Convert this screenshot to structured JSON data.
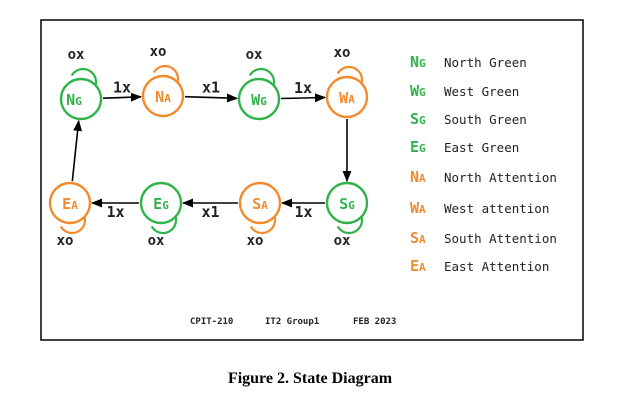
{
  "colors": {
    "green": "#2fb34a",
    "orange": "#f28a2e",
    "line": "#000000",
    "label": "#222222"
  },
  "states": [
    {
      "id": "NG",
      "main": "N",
      "sub": "G",
      "color": "green",
      "loop_label": "ox"
    },
    {
      "id": "NA",
      "main": "N",
      "sub": "A",
      "color": "orange",
      "loop_label": "xo"
    },
    {
      "id": "WG",
      "main": "W",
      "sub": "G",
      "color": "green",
      "loop_label": "ox"
    },
    {
      "id": "WA",
      "main": "W",
      "sub": "A",
      "color": "orange",
      "loop_label": "xo"
    },
    {
      "id": "SG",
      "main": "S",
      "sub": "G",
      "color": "green",
      "loop_label": "ox"
    },
    {
      "id": "SA",
      "main": "S",
      "sub": "A",
      "color": "orange",
      "loop_label": "xo"
    },
    {
      "id": "EG",
      "main": "E",
      "sub": "G",
      "color": "green",
      "loop_label": "ox"
    },
    {
      "id": "EA",
      "main": "E",
      "sub": "A",
      "color": "orange",
      "loop_label": "xo"
    }
  ],
  "transitions": [
    {
      "from": "NG",
      "to": "NA",
      "label": "1x"
    },
    {
      "from": "NA",
      "to": "WG",
      "label": "x1"
    },
    {
      "from": "WG",
      "to": "WA",
      "label": "1x"
    },
    {
      "from": "WA",
      "to": "SG",
      "label": ""
    },
    {
      "from": "SG",
      "to": "SA",
      "label": "1x"
    },
    {
      "from": "SA",
      "to": "EG",
      "label": "x1"
    },
    {
      "from": "EG",
      "to": "EA",
      "label": "1x"
    },
    {
      "from": "EA",
      "to": "NG",
      "label": ""
    }
  ],
  "legend": [
    {
      "state": "NG",
      "text": "North Green"
    },
    {
      "state": "WG",
      "text": "West Green"
    },
    {
      "state": "SG",
      "text": "South Green"
    },
    {
      "state": "EG",
      "text": "East Green"
    },
    {
      "state": "NA",
      "text": "North Attention"
    },
    {
      "state": "WA",
      "text": "West attention"
    },
    {
      "state": "SA",
      "text": "South Attention"
    },
    {
      "state": "EA",
      "text": "East Attention"
    }
  ],
  "footer": {
    "course": "CPIT-210",
    "group": "IT2 Group1",
    "date": "FEB 2023"
  },
  "caption": "Figure 2. State Diagram"
}
